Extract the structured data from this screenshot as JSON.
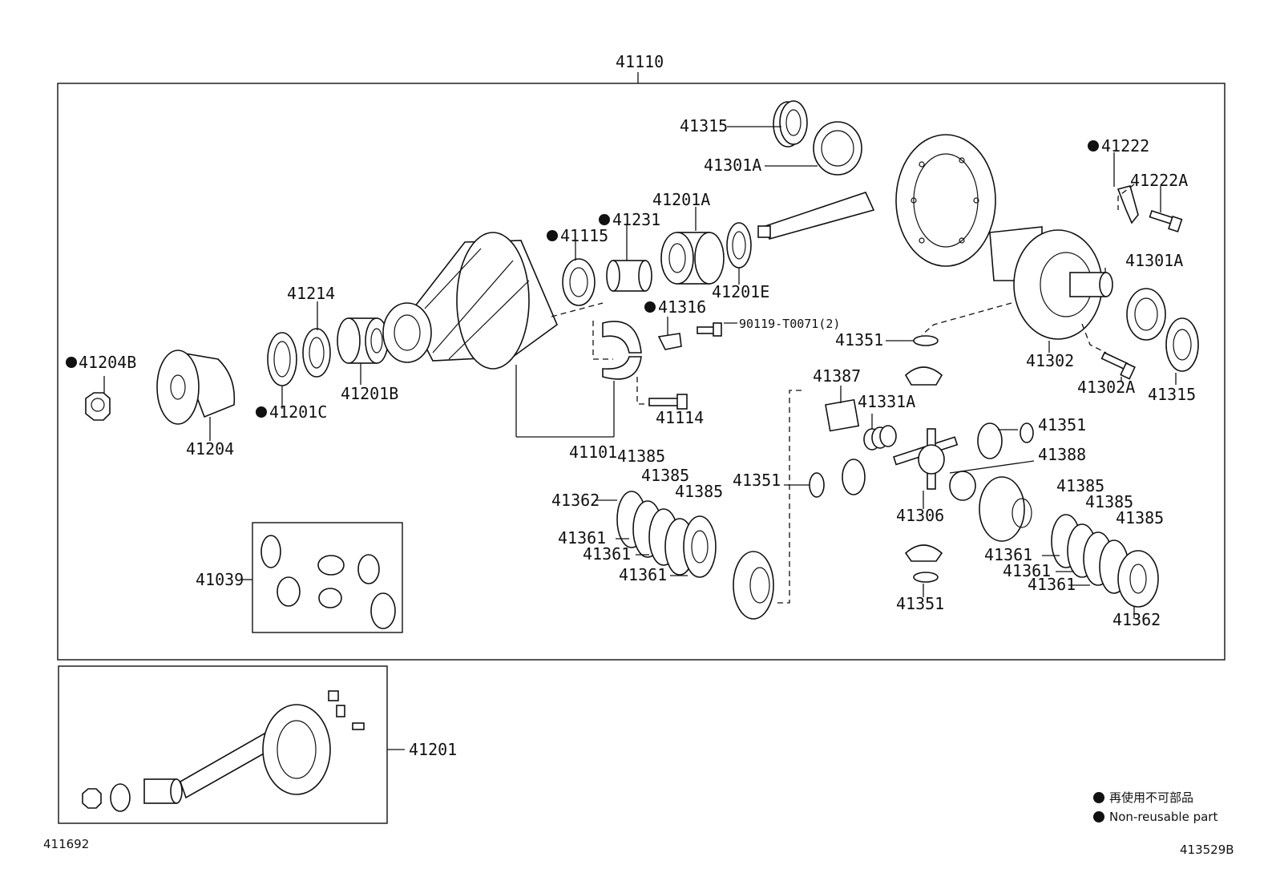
{
  "labels": {
    "assembly": "41110",
    "l41315_top": "41315",
    "l41301A_top": "41301A",
    "l41222": "41222",
    "l41222A": "41222A",
    "l41201A": "41201A",
    "l41231": "41231",
    "l41115": "41115",
    "l41201E": "41201E",
    "l41214": "41214",
    "l41316": "41316",
    "l90119": "90119-T0071(2)",
    "l41301A_right": "41301A",
    "l41351_a": "41351",
    "l41302": "41302",
    "l41302A": "41302A",
    "l41315_right": "41315",
    "l41204B": "41204B",
    "l41201C": "41201C",
    "l41201B": "41201B",
    "l41204": "41204",
    "l41114": "41114",
    "l41101": "41101",
    "l41387": "41387",
    "l41331A": "41331A",
    "l41351_b": "41351",
    "l41388": "41388",
    "l41351_c": "41351",
    "l41306": "41306",
    "l41351_d": "41351",
    "l41385_l1": "41385",
    "l41385_l2": "41385",
    "l41385_l3": "41385",
    "l41362_l": "41362",
    "l41361_l1": "41361",
    "l41361_l2": "41361",
    "l41361_l3": "41361",
    "l41385_r1": "41385",
    "l41385_r2": "41385",
    "l41385_r3": "41385",
    "l41361_r1": "41361",
    "l41361_r2": "41361",
    "l41361_r3": "41361",
    "l41362_r": "41362",
    "l41039": "41039",
    "l41201": "41201"
  },
  "legend": {
    "jp": "再使用不可部品",
    "en": "Non-reusable part"
  },
  "footer": {
    "left_id": "411692",
    "right_id": "413529B"
  }
}
